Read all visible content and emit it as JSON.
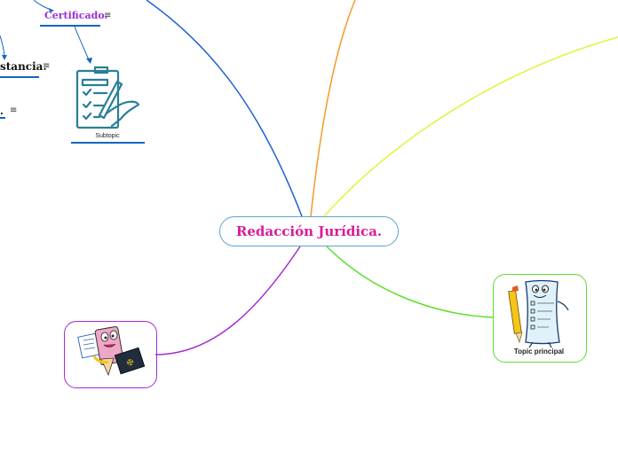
{
  "central_topic": "Redacción Jurídica.",
  "nodes": {
    "certificado": {
      "label": "Certificado."
    },
    "distancia": {
      "label": "stancia."
    },
    "third": {
      "label": "."
    },
    "subtopic": {
      "label": "Subtopic"
    },
    "topic_principal": {
      "label": "Topic principal"
    }
  },
  "menu_glyph": "≡",
  "colors": {
    "central_text": "#d81b9c",
    "central_border": "#5ba3d0",
    "branch_blue": "#1e5fd8",
    "branch_orange": "#f59a2a",
    "branch_yellow": "#e3f23a",
    "branch_green": "#5dde2c",
    "branch_purple": "#a32ad6",
    "certificado_text": "#9b30d9",
    "icon_teal": "#2a7f97"
  }
}
